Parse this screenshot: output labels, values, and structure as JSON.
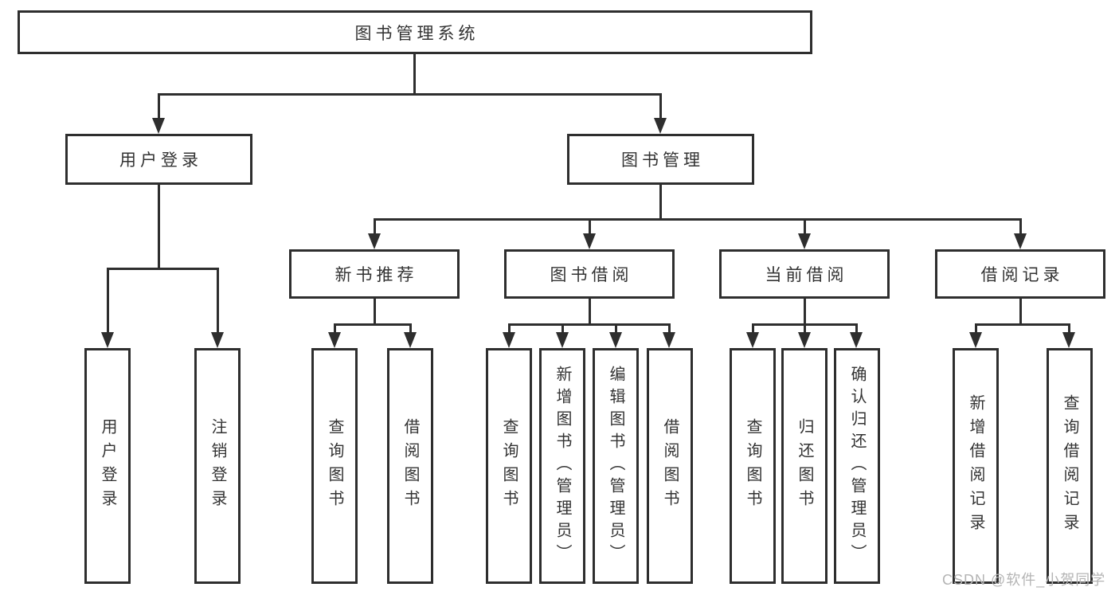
{
  "diagram": {
    "root": {
      "label": "图书管理系统",
      "children": [
        {
          "label": "用户登录",
          "children": [
            {
              "label": "用户登录"
            },
            {
              "label": "注销登录"
            }
          ]
        },
        {
          "label": "图书管理",
          "children": [
            {
              "label": "新书推荐",
              "children": [
                {
                  "label": "查询图书"
                },
                {
                  "label": "借阅图书"
                }
              ]
            },
            {
              "label": "图书借阅",
              "children": [
                {
                  "label": "查询图书"
                },
                {
                  "label": "新增图书（管理员）"
                },
                {
                  "label": "编辑图书（管理员）"
                },
                {
                  "label": "借阅图书"
                }
              ]
            },
            {
              "label": "当前借阅",
              "children": [
                {
                  "label": "查询图书"
                },
                {
                  "label": "归还图书"
                },
                {
                  "label": "确认归还（管理员）"
                }
              ]
            },
            {
              "label": "借阅记录",
              "children": [
                {
                  "label": "新增借阅记录"
                },
                {
                  "label": "查询借阅记录"
                }
              ]
            }
          ]
        }
      ]
    }
  },
  "watermark": {
    "text": "CSDN @软件_小贺同学"
  },
  "colors": {
    "line": "#2e2e2e",
    "text": "#333333",
    "watermark": "#b4b4b4",
    "background": "#ffffff"
  }
}
